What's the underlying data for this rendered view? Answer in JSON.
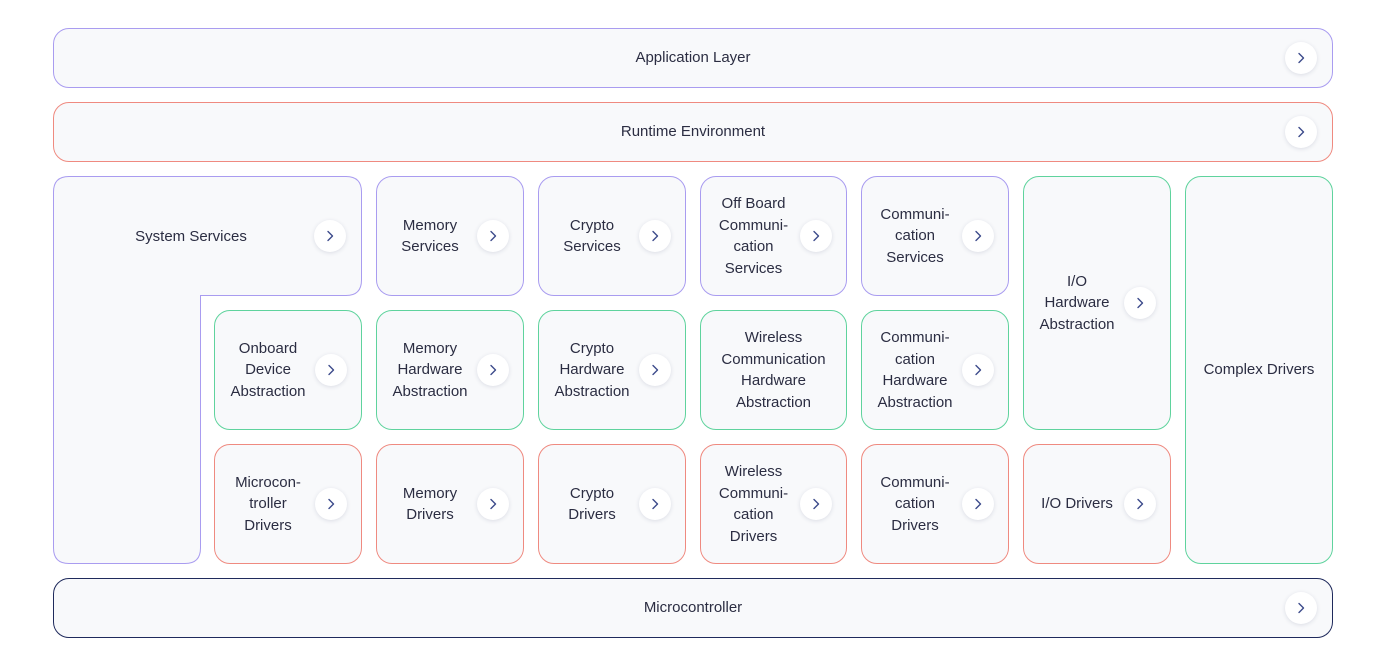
{
  "layers": {
    "application": "Application Layer",
    "runtime": "Runtime Environment",
    "microcontroller": "Microcontroller"
  },
  "system_services": "System Services",
  "services": {
    "memory": "Memory\nServices",
    "crypto": "Crypto\nServices",
    "offboard": "Off Board\nCommuni-\ncation\nServices",
    "communication": "Communi-\ncation\nServices"
  },
  "io_hardware_abstraction": "I/O\nHardware\nAbstraction",
  "complex_drivers": "Complex Drivers",
  "abstraction": {
    "onboard": "Onboard\nDevice\nAbstraction",
    "memory": "Memory\nHardware\nAbstraction",
    "crypto": "Crypto\nHardware\nAbstraction",
    "wireless": "Wireless\nCommunication\nHardware\nAbstraction",
    "communication": "Communi-\ncation\nHardware\nAbstraction"
  },
  "drivers": {
    "microcontroller": "Microcon-\ntroller\nDrivers",
    "memory": "Memory\nDrivers",
    "crypto": "Crypto\nDrivers",
    "wireless": "Wireless\nCommuni-\ncation\nDrivers",
    "communication": "Communi-\ncation\nDrivers",
    "io": "I/O Drivers"
  },
  "colors": {
    "services": "#a99cf0",
    "abstraction": "#5fd39d",
    "drivers": "#ef8a80",
    "microcontroller": "#1f2a5c",
    "arrow": "#3b4a8a",
    "fill": "#f8f9fb"
  },
  "icons": {
    "arrow": "chevron-right-icon"
  }
}
